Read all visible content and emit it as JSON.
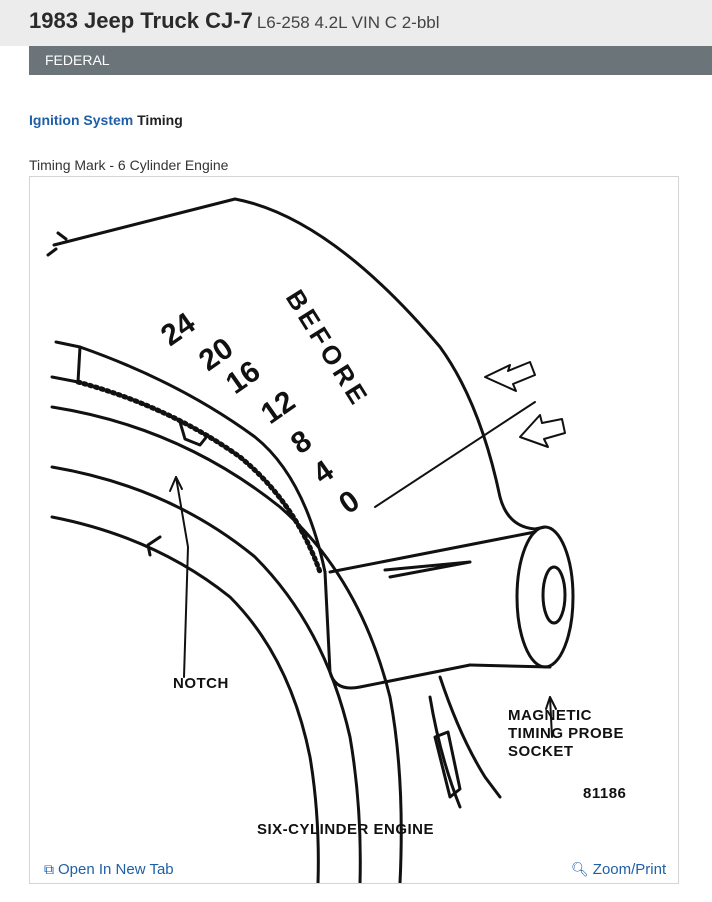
{
  "header": {
    "title": "1983 Jeep Truck CJ-7",
    "subtitle": "L6-258 4.2L VIN C 2-bbl"
  },
  "section": {
    "label": "FEDERAL"
  },
  "breadcrumb": {
    "link": "Ignition System",
    "current": "Timing"
  },
  "figure": {
    "caption": "Timing Mark - 6 Cylinder Engine",
    "labels": {
      "before": "BEFORE",
      "scale": [
        "24",
        "20",
        "16",
        "12",
        "8",
        "4",
        "0"
      ],
      "notch": "NOTCH",
      "probe": "MAGNETIC\nTIMING PROBE\nSOCKET",
      "figure_number": "81186",
      "engine": "SIX-CYLINDER ENGINE"
    }
  },
  "footer": {
    "open_new_tab": "Open In New Tab",
    "zoom_print": "Zoom/Print",
    "open_icon": "external-window-icon",
    "zoom_icon": "magnifier-icon"
  }
}
